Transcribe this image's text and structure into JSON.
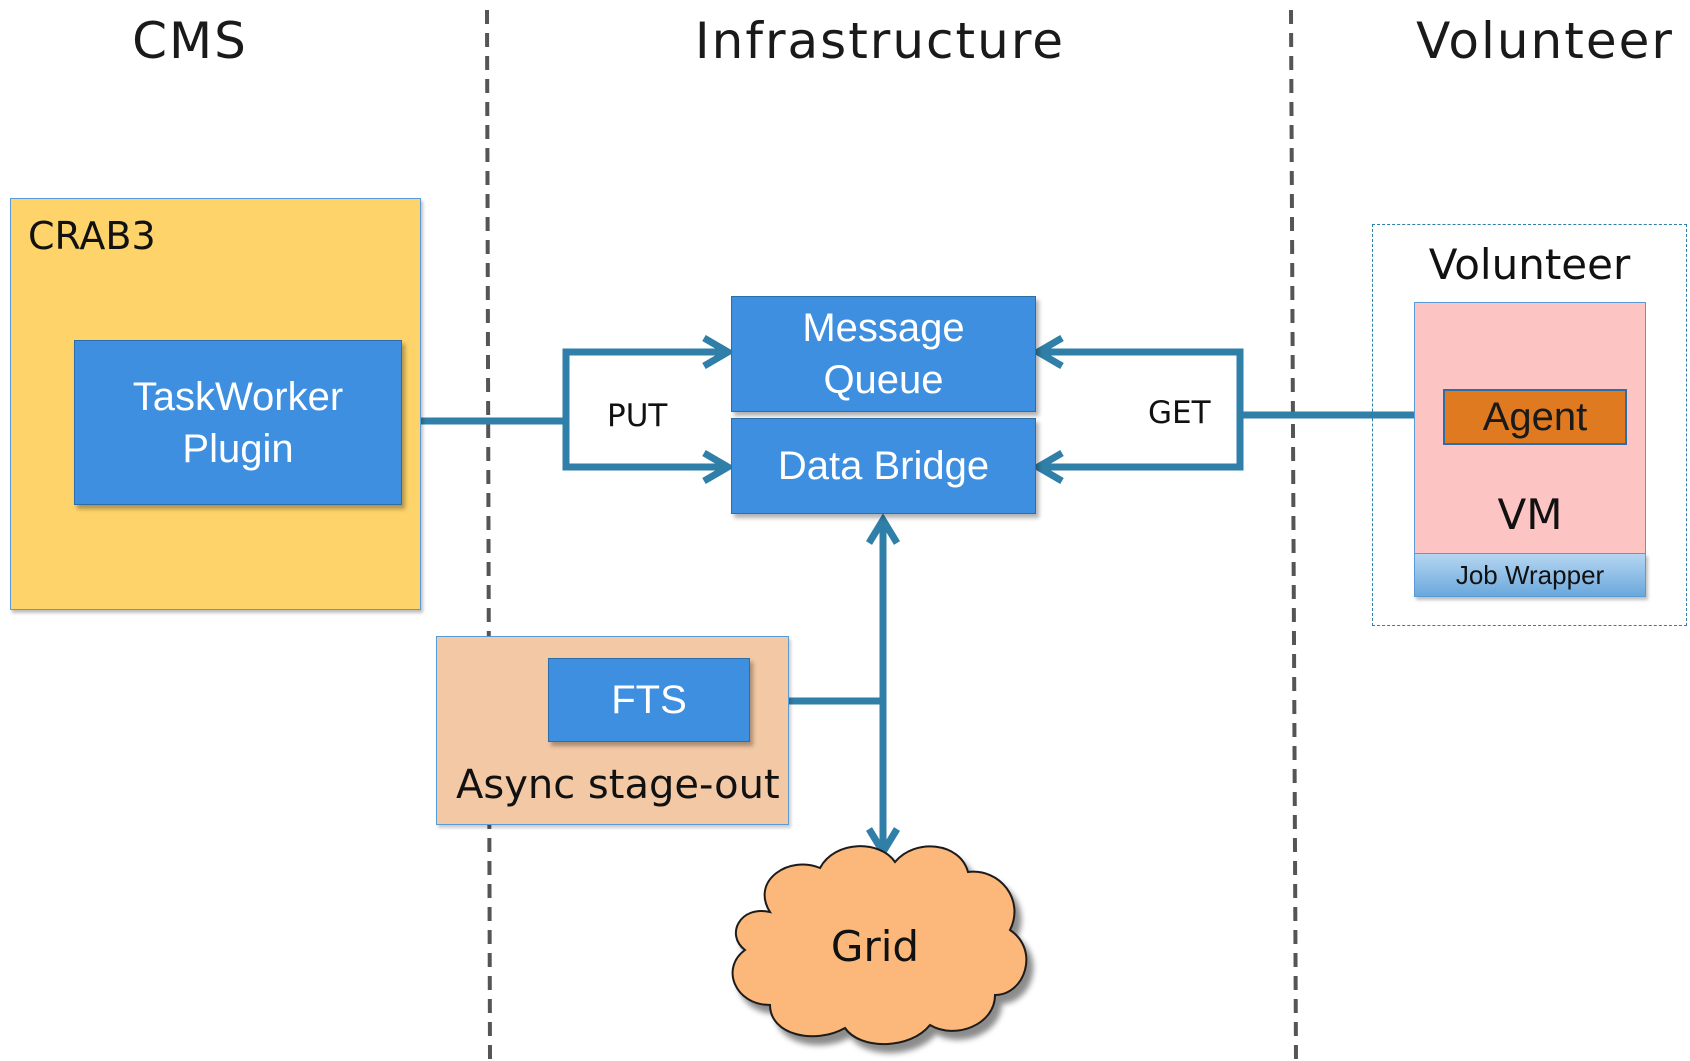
{
  "columns": {
    "cms": "CMS",
    "infrastructure": "Infrastructure",
    "volunteer": "Volunteer"
  },
  "crab3": {
    "label": "CRAB3",
    "taskworker": {
      "line1": "TaskWorker",
      "line2": "Plugin"
    }
  },
  "infrastructure": {
    "message_queue": {
      "line1": "Message",
      "line2": "Queue"
    },
    "data_bridge": "Data Bridge",
    "put_label": "PUT",
    "get_label": "GET"
  },
  "async": {
    "label": "Async stage-out",
    "fts": "FTS"
  },
  "grid": "Grid",
  "volunteer_box": {
    "label": "Volunteer",
    "agent": "Agent",
    "vm": "VM",
    "job_wrapper": "Job Wrapper"
  },
  "colors": {
    "connector": "#2f7fa8",
    "blue_box": "#3e8fe0",
    "crab_box": "#fdd36a",
    "async_box": "#f3c8a4",
    "vm_box": "#fdc4c4",
    "agent_box": "#e07a20",
    "cloud": "#fbb87a"
  }
}
